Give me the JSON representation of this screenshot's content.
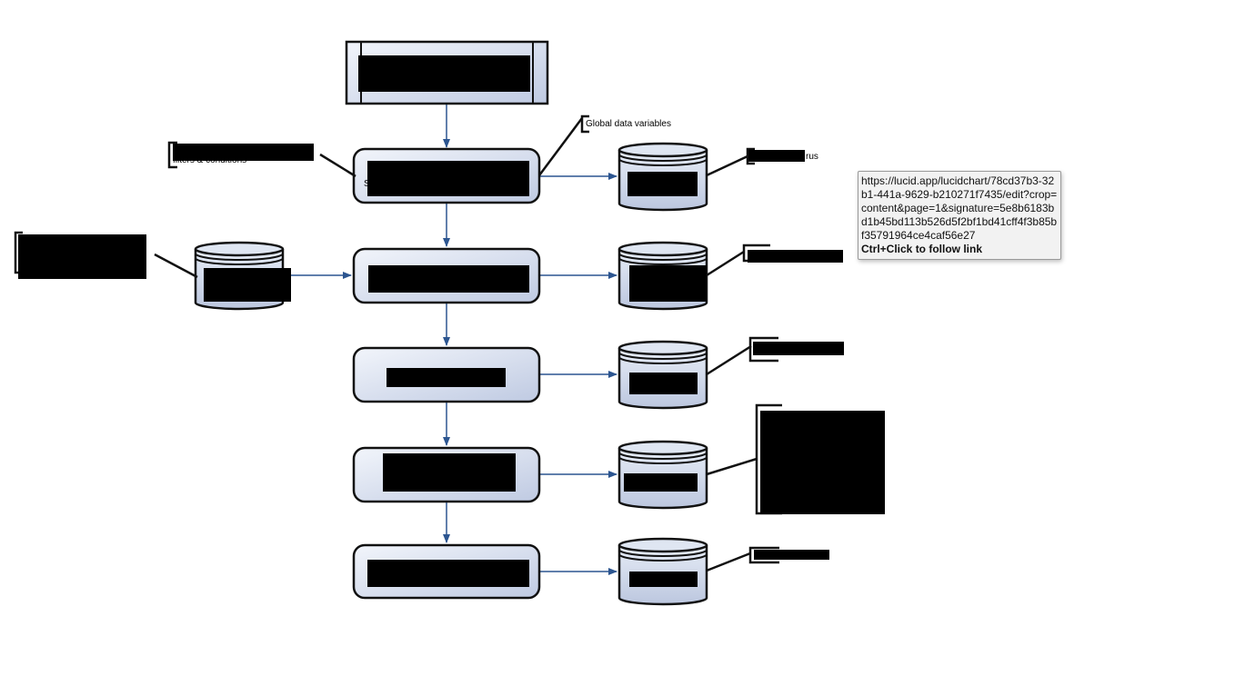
{
  "diagram": {
    "labels": {
      "global_data_variables": "Global data variables",
      "filters_conditions": "filters & conditions",
      "box2_partial": "S",
      "callout1_partial": "rus"
    },
    "colors": {
      "box_fill_light": "#eef2f9",
      "box_fill_dark": "#c3cde3",
      "arrow": "#2c5590",
      "stroke": "#111111"
    }
  },
  "tooltip": {
    "url": "https://lucid.app/lucidchart/78cd37b3-32b1-441a-9629-b210271f7435/edit?crop=content&page=1&signature=5e8b6183bd1b45bd113b526d5f2bf1bd41cff4f3b85bf35791964ce4caf56e27",
    "hint": "Ctrl+Click to follow link"
  }
}
